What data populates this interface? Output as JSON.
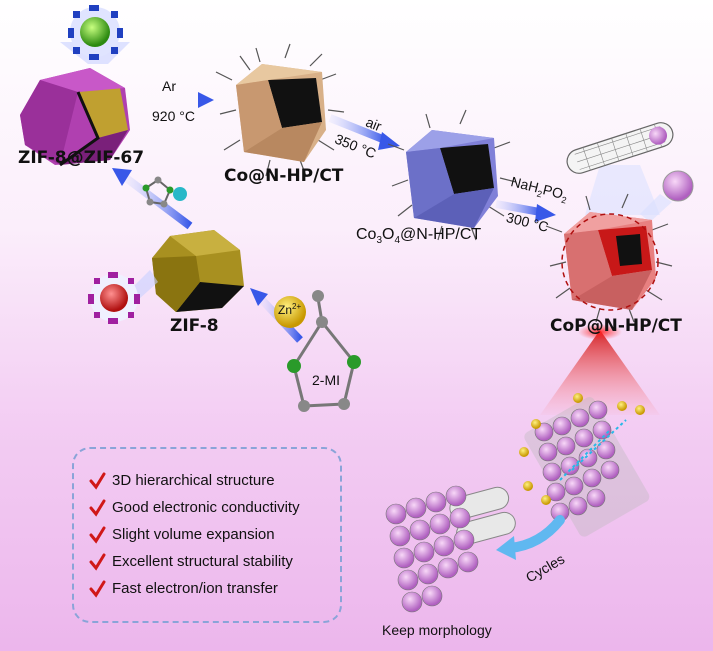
{
  "labels": {
    "zif8_zif67": "ZIF-8@ZIF-67",
    "co_nhp_ct": "Co@N-HP/CT",
    "co3o4_nhp_ct_parts": [
      "Co",
      "3",
      "O",
      "4",
      "@N-HP/CT"
    ],
    "cop_nhp_ct": "CoP@N-HP/CT",
    "zif8": "ZIF-8",
    "zn": "Zn",
    "zn_charge": "2+",
    "two_mi": "2-MI",
    "cycles": "Cycles",
    "keep_morphology": "Keep morphology"
  },
  "conditions": {
    "step1_gas": "Ar",
    "step1_temp": "920 °C",
    "step2_gas": "air",
    "step2_temp": "350 °C",
    "step3_reagent_parts": [
      "NaH",
      "2",
      "PO",
      "2"
    ],
    "step3_temp": "300 °C"
  },
  "features": [
    "3D hierarchical structure",
    "Good electronic conductivity",
    "Slight volume expansion",
    "Excellent structural stability",
    "Fast electron/ion transfer"
  ],
  "colors": {
    "zif8": "#a89020",
    "zif8_zif67": "#b040b0",
    "co_nhp": "#d8b088",
    "co3o4": "#8080d8",
    "cop": "#e88080",
    "arrow": "#3858e8",
    "check": "#d01818"
  }
}
